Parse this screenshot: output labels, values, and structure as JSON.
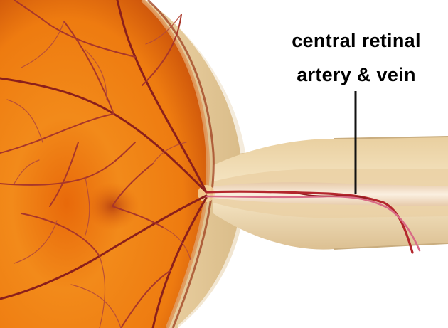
{
  "label": {
    "line1": "central retinal",
    "line2": "artery & vein"
  },
  "colors": {
    "retina_orange": "#ef7a0c",
    "retina_dark": "#b5430a",
    "sclera_cream": "#f2ddb6",
    "sclera_shadow": "#cfb58a",
    "vessel_red": "#a8232a",
    "vessel_pink": "#d96a8a",
    "pointer_line": "#111111"
  },
  "parts": [
    "retina",
    "blood-vessels",
    "sclera",
    "optic-nerve",
    "central-retinal-artery-and-vein",
    "label-pointer"
  ]
}
